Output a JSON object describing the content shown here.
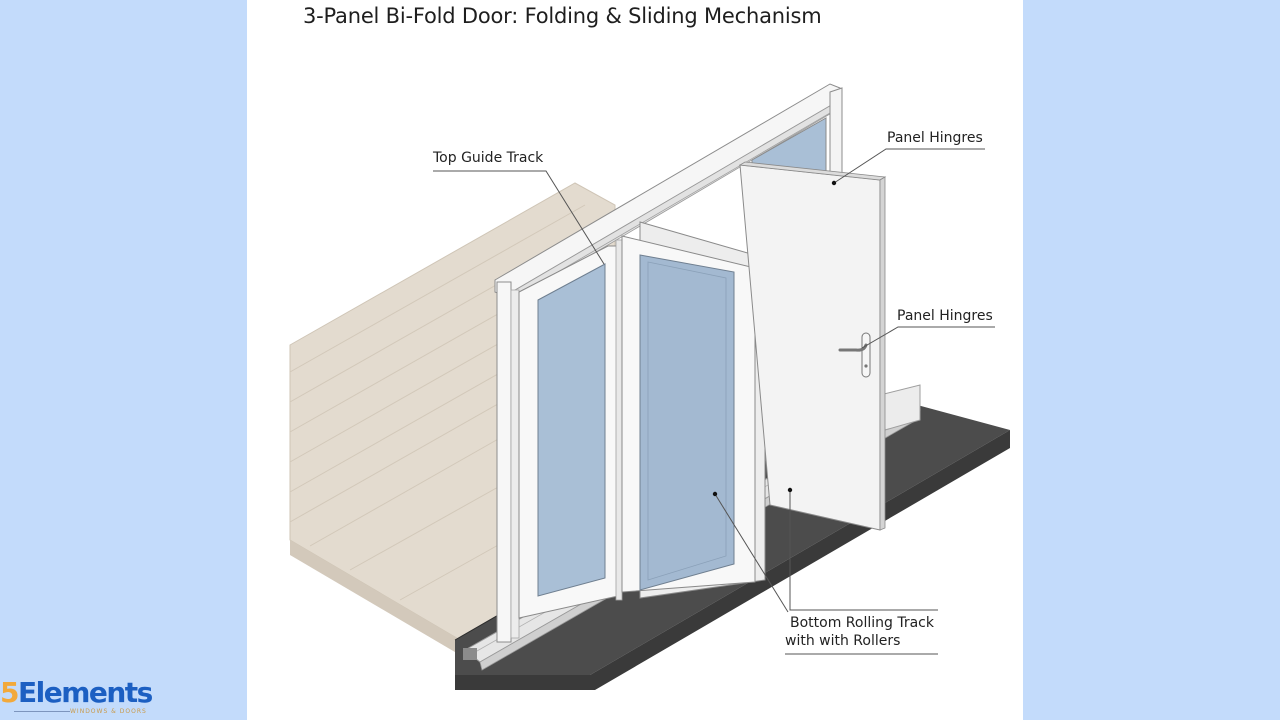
{
  "title": "3-Panel Bi-Fold Door: Folding & Sliding Mechanism",
  "labels": {
    "top_guide_track": "Top Guide Track",
    "panel_hinges_top": "Panel Hingres",
    "panel_hinges_mid": "Panel Hingres",
    "bottom_track_line1": "Bottom Rolling Track",
    "bottom_track_line2": "with with Rollers"
  },
  "logo": {
    "number": "5",
    "name": "Elements",
    "tagline": "Windows & Doors"
  },
  "colors": {
    "page_background": "#c3dbfb",
    "card_background": "#ffffff",
    "floor_wood": "#e3dbcf",
    "slab_dark": "#4a4a4a",
    "glass": "#a9bfd6",
    "frame_white": "#f7f7f7",
    "logo_blue": "#1c5fc2",
    "logo_orange": "#f2a93b"
  }
}
